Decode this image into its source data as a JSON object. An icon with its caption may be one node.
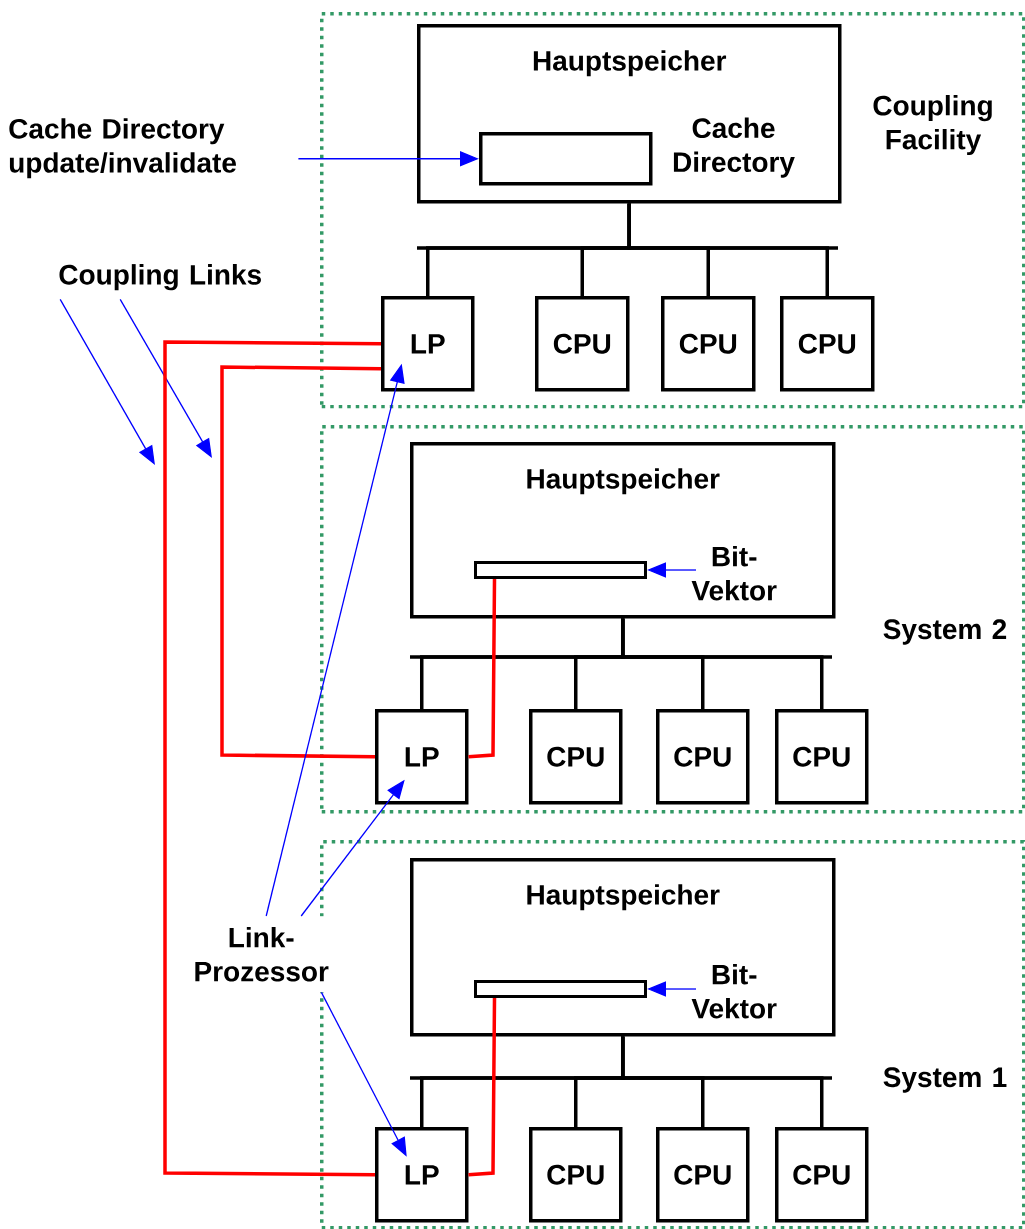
{
  "diagram": {
    "nodes": [
      {
        "text": [
          "Coupling Facility"
        ]
      },
      {
        "text": [
          "Hauptspeicher"
        ],
        "in": 0
      },
      {
        "text": [],
        "shape": "box",
        "in": 1,
        "beside": [
          "Cache Directory"
        ]
      },
      {
        "text": [
          "LP"
        ],
        "in": 0
      },
      {
        "text": [
          "CPU"
        ],
        "in": 0
      },
      {
        "text": [
          "CPU"
        ],
        "in": 0
      },
      {
        "text": [
          "CPU"
        ],
        "in": 0
      },
      {
        "text": [
          "Cache Directory update/invalidate"
        ]
      },
      {
        "text": [
          "Coupling Links"
        ]
      },
      {
        "text": [
          "System 2"
        ]
      },
      {
        "text": [
          "Hauptspeicher"
        ],
        "in": 9
      },
      {
        "text": [],
        "shape": "bar",
        "in": 10
      },
      {
        "text": [
          "Bit- Vektor"
        ],
        "in": 10
      },
      {
        "text": [
          "LP"
        ],
        "in": 9
      },
      {
        "text": [
          "CPU"
        ],
        "in": 9
      },
      {
        "text": [
          "CPU"
        ],
        "in": 9
      },
      {
        "text": [
          "CPU"
        ],
        "in": 9
      },
      {
        "text": [
          "System 1"
        ]
      },
      {
        "text": [
          "Hauptspeicher"
        ],
        "in": 17
      },
      {
        "text": [],
        "shape": "bar",
        "in": 18
      },
      {
        "text": [
          "Bit- Vektor"
        ],
        "in": 18
      },
      {
        "text": [
          "LP"
        ],
        "in": 17
      },
      {
        "text": [
          "CPU"
        ],
        "in": 17
      },
      {
        "text": [
          "CPU"
        ],
        "in": 17
      },
      {
        "text": [
          "CPU"
        ],
        "in": 17
      },
      {
        "text": [
          "Link- Prozessor"
        ]
      }
    ],
    "edges": [
      {
        "from": 7,
        "to": 2,
        "arrow": "to",
        "color": "#0000ff"
      },
      {
        "from": 8,
        "to": null,
        "arrow": "to",
        "color": "#0000ff"
      },
      {
        "from": 8,
        "to": null,
        "arrow": "to",
        "color": "#0000ff"
      },
      {
        "from": 1,
        "to": 3,
        "arrow": "none"
      },
      {
        "from": 1,
        "to": 4,
        "arrow": "none"
      },
      {
        "from": 1,
        "to": 5,
        "arrow": "none"
      },
      {
        "from": 1,
        "to": 6,
        "arrow": "none"
      },
      {
        "from": 10,
        "to": 13,
        "arrow": "none"
      },
      {
        "from": 10,
        "to": 14,
        "arrow": "none"
      },
      {
        "from": 10,
        "to": 15,
        "arrow": "none"
      },
      {
        "from": 10,
        "to": 16,
        "arrow": "none"
      },
      {
        "from": 18,
        "to": 21,
        "arrow": "none"
      },
      {
        "from": 18,
        "to": 22,
        "arrow": "none"
      },
      {
        "from": 18,
        "to": 23,
        "arrow": "none"
      },
      {
        "from": 18,
        "to": 24,
        "arrow": "none"
      },
      {
        "from": 12,
        "to": 11,
        "arrow": "to",
        "color": "#0000ff"
      },
      {
        "from": 20,
        "to": 19,
        "arrow": "to",
        "color": "#0000ff"
      },
      {
        "from": 3,
        "to": 21,
        "arrow": "none",
        "color": "#ff0000"
      },
      {
        "from": 3,
        "to": 13,
        "arrow": "none",
        "color": "#ff0000"
      },
      {
        "from": 13,
        "to": 11,
        "arrow": "none",
        "color": "#ff0000"
      },
      {
        "from": 21,
        "to": 19,
        "arrow": "none",
        "color": "#ff0000"
      },
      {
        "from": 25,
        "to": 3,
        "arrow": "to",
        "color": "#0000ff"
      },
      {
        "from": 25,
        "to": 13,
        "arrow": "to",
        "color": "#0000ff"
      },
      {
        "from": 25,
        "to": 21,
        "arrow": "to",
        "color": "#0000ff"
      }
    ]
  }
}
